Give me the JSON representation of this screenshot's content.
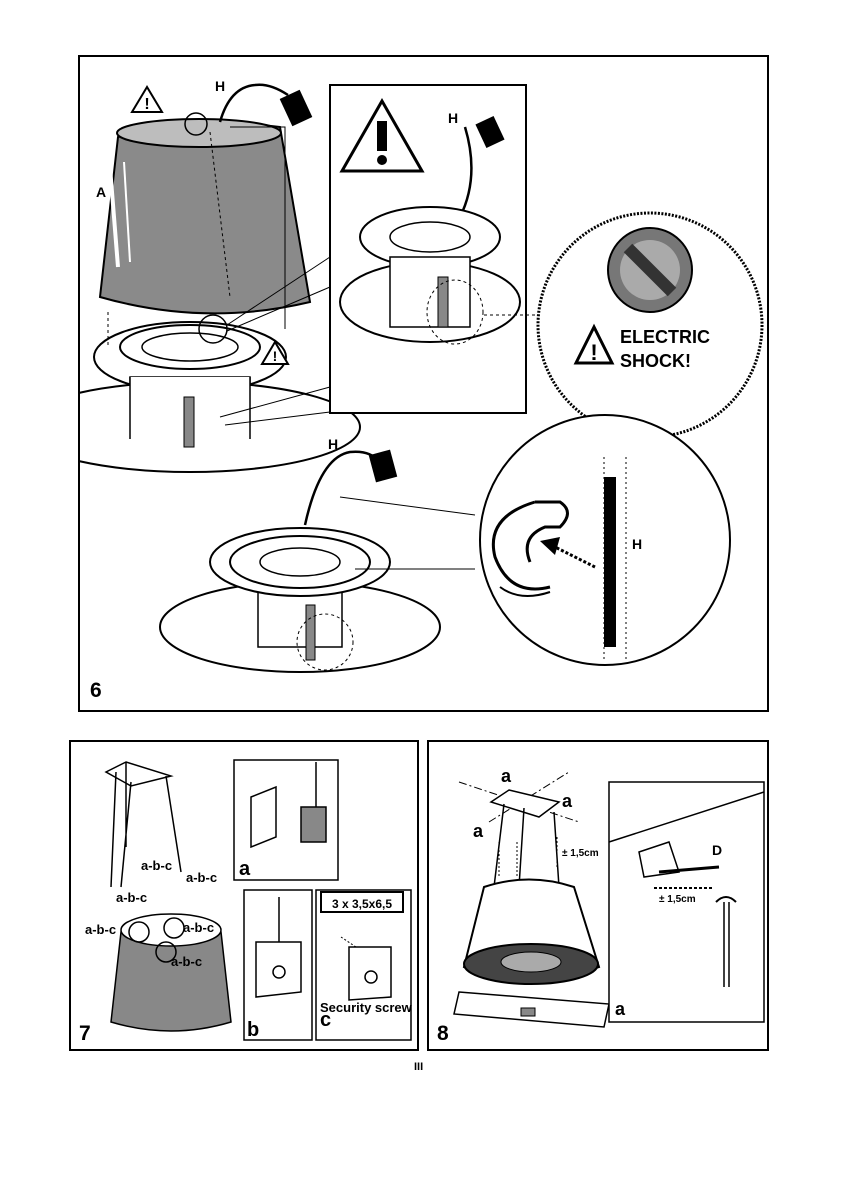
{
  "figures": {
    "fig6": {
      "number": "6",
      "labels": {
        "cable_top": "H",
        "shade": "A",
        "cable_detail": "H",
        "cable_bottom": "H",
        "cable_zoom": "H"
      },
      "warning_text_line1": "ELECTRIC",
      "warning_text_line2": "SHOCK!"
    },
    "fig7": {
      "number": "7",
      "hook_labels": [
        "a-b-c",
        "a-b-c",
        "a-b-c",
        "a-b-c",
        "a-b-c",
        "a-b-c"
      ],
      "detail_a": "a",
      "detail_b": "b",
      "detail_c": "c",
      "screw_spec": "3 x 3,5x6,5",
      "security_screw": "Security screw"
    },
    "fig8": {
      "number": "8",
      "labels": [
        "a",
        "a",
        "a"
      ],
      "adjust_left": "± 1,5cm",
      "detail_d": "D",
      "adjust_detail": "± 1,5cm",
      "detail_a": "a"
    }
  },
  "page_number": "III"
}
